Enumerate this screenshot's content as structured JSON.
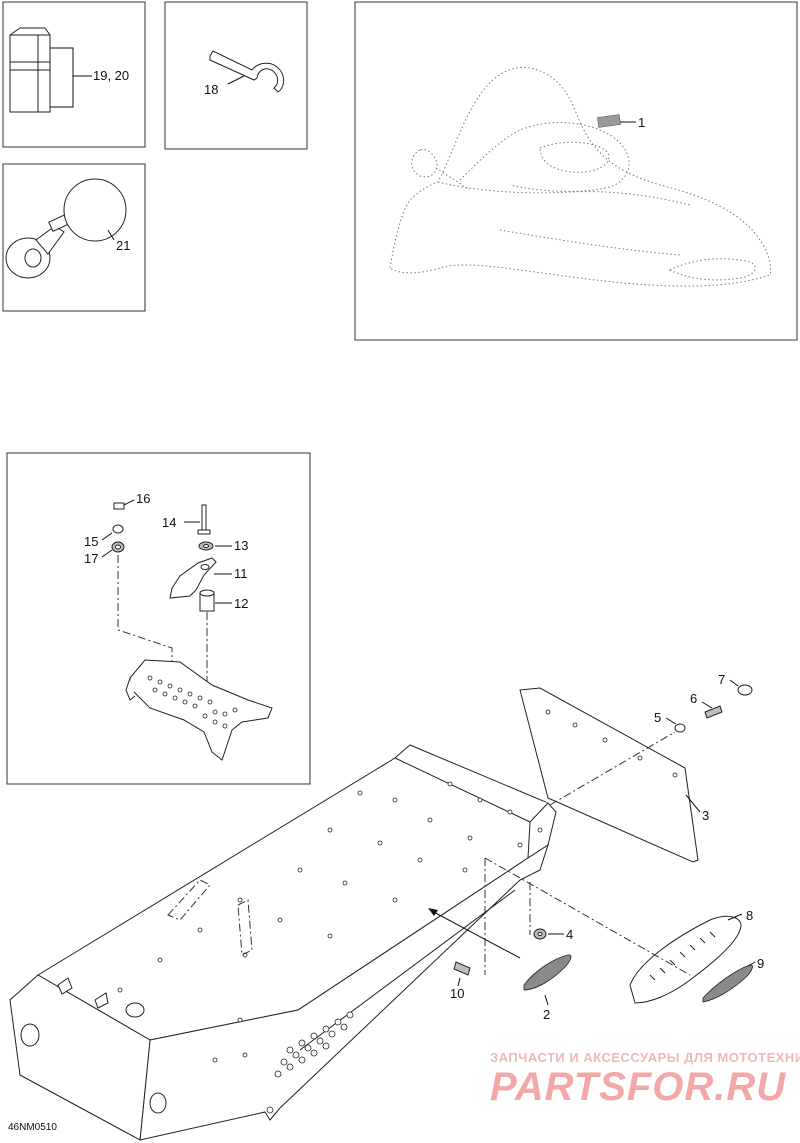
{
  "drawing_code": "46NM0510",
  "callouts": {
    "c1": "1",
    "c2": "2",
    "c3": "3",
    "c4": "4",
    "c5": "5",
    "c6": "6",
    "c7": "7",
    "c8": "8",
    "c9": "9",
    "c10": "10",
    "c11": "11",
    "c12": "12",
    "c13": "13",
    "c14": "14",
    "c15": "15",
    "c16": "16",
    "c17": "17",
    "c18": "18",
    "c1920": "19, 20",
    "c21": "21"
  },
  "watermark": {
    "top": "ЗАПЧАСТИ И АКСЕССУАРЫ ДЛЯ МОТОТЕХНИКИ",
    "main": "PARTSFOR.RU"
  }
}
